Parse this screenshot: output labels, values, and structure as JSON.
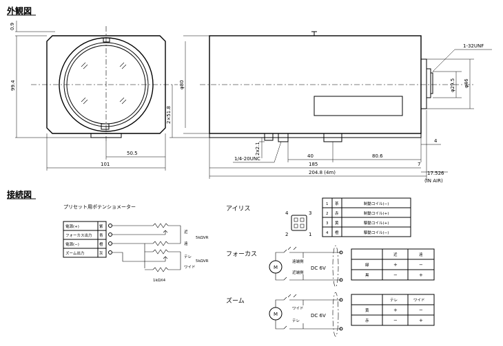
{
  "headings": {
    "exterior": "外観図",
    "wiring": "接続図"
  },
  "front_view": {
    "dim_top": "0.9",
    "dim_height": "99.4",
    "dim_center_half": "50.5",
    "dim_width": "101"
  },
  "side_view": {
    "dia_body": "φ80",
    "dia_half": "2×51.8",
    "thread": "1-32UNF",
    "dia_inner": "φ29.5",
    "dia_outer": "φ46",
    "dim_4": "4",
    "dim_2x2": "2x2.1",
    "dim_40": "40",
    "dim_80_6": "80.6",
    "tripod": "1/4-20UNC",
    "dim_185": "185",
    "dim_7": "7",
    "dim_total": "204.8 (4m)",
    "dim_17": "17.526",
    "in_air": "(IN AIR)"
  },
  "preset": {
    "title": "プリセット用ポテンショメーター",
    "rows": [
      {
        "label": "電源(+)",
        "color": "紫"
      },
      {
        "label": "フォーカス出力",
        "color": "青"
      },
      {
        "label": "電源(−)",
        "color": "橙"
      },
      {
        "label": "ズーム出力",
        "color": "灰"
      }
    ],
    "near": "近",
    "far": "遠",
    "pot1": "5kΩVR",
    "tele": "テレ",
    "wide": "ワイド",
    "pot2": "5kΩVR",
    "resistor": "1kΩX4"
  },
  "iris": {
    "title": "アイリス",
    "pins": [
      "4",
      "3",
      "2",
      "1"
    ],
    "table": [
      {
        "no": "1",
        "color": "茶",
        "func": "制動コイル(−)"
      },
      {
        "no": "2",
        "color": "赤",
        "func": "制動コイル(+)"
      },
      {
        "no": "3",
        "color": "黄",
        "func": "駆動コイル(+)"
      },
      {
        "no": "4",
        "color": "橙",
        "func": "駆動コイル(−)"
      }
    ]
  },
  "focus": {
    "title": "フォーカス",
    "motor": "M",
    "sw1": "遠端側",
    "sw2": "近端側",
    "voltage": "DC 6V",
    "headers": [
      "",
      "近",
      "遠"
    ],
    "rows": [
      {
        "wire": "緑",
        "a": "+",
        "b": "−"
      },
      {
        "wire": "黒",
        "a": "−",
        "b": "+"
      }
    ]
  },
  "zoom": {
    "title": "ズーム",
    "motor": "M",
    "sw1": "ワイド",
    "sw2": "テレ",
    "voltage": "DC 6V",
    "headers": [
      "",
      "テレ",
      "ワイド"
    ],
    "rows": [
      {
        "wire": "黄",
        "a": "+",
        "b": "−"
      },
      {
        "wire": "赤",
        "a": "−",
        "b": "+"
      }
    ]
  }
}
